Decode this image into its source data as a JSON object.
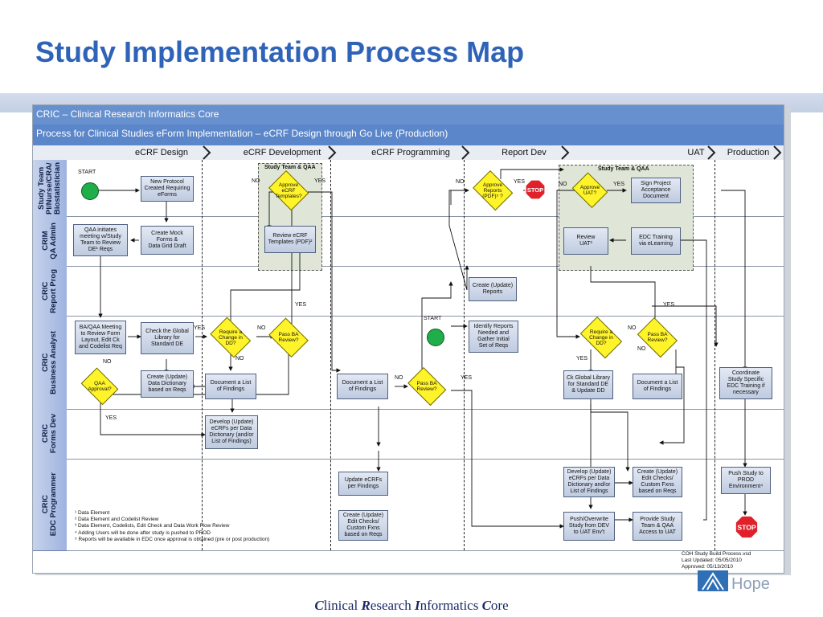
{
  "title": "Study Implementation Process Map",
  "header": {
    "org": "CRIC – Clinical Research Informatics Core",
    "process": "Process for Clinical Studies eForm Implementation – eCRF Design through Go Live (Production)"
  },
  "phases": [
    "eCRF Design",
    "eCRF Development",
    "eCRF Programming",
    "Report Dev",
    "UAT",
    "Production"
  ],
  "lanes": [
    "Study Team\nPI/Nurse/CRA/\nBiostatistician",
    "CRIM\nQA Admin",
    "CRIC\nReport Prog",
    "CRIC\nBusiness Analyst",
    "CRIC\nForms Dev",
    "CRIC\nEDC Programmer"
  ],
  "regions": {
    "qaa1": "Study Team & QAA",
    "qaa2": "Study Team & QAA"
  },
  "boxes": {
    "new_protocol": "New Protocol\nCreated Requiring\neForms",
    "qaa_initiates": "QAA initiates\nmeeting w/Study\nTeam to Review\nDE¹ Reqs",
    "create_mock": "Create Mock\nForms &\nData Grid Draft",
    "review_ecrf": "Review eCRF\nTemplates (PDF)²",
    "ba_meeting": "BA/QAA Meeting\nto Review Form\nLayout, Edit Ck\nand Codelist Req",
    "check_global": "Check the Global\nLibrary for\nStandard DE",
    "create_dd": "Create (Update)\nData Dictionary\nbased on Reqs",
    "doc_findings1": "Document a List\nof Findings",
    "develop_ecrfs": "Develop (Update)\neCRFs per Data\nDictionary (and/or\nList of Findings)",
    "doc_findings2": "Document a List\nof Findings",
    "update_ecrfs": "Update eCRFs\nper Findings",
    "create_edit1": "Create (Update)\nEdit Checks/\nCustom Fxns\nbased on Reqs",
    "create_reports": "Create (Update)\nReports",
    "identify_reports": "Identify Reports\nNeeded and\nGather Initial\nSet of Reqs",
    "sign_project": "Sign Project\nAcceptance\nDocument",
    "review_uat": "Review\nUAT³",
    "edc_training": "EDC Training\nvia eLearning",
    "ck_global": "Ck Global Library\nfor Standard DE\n& Update DD",
    "doc_findings3": "Document a List\nof Findings",
    "develop_ecrfs2": "Develop (Update)\neCRFs per Data\nDictionary and/or\nList of Findings",
    "create_edit2": "Create (Update)\nEdit Checks/\nCustom Fxns\nbased on Reqs",
    "push_overwrite": "Push/Overwrite\nStudy from DEV\nto UAT Env't",
    "provide_study": "Provide Study\nTeam & QAA\nAccess to UAT",
    "coordinate": "Coordinate\nStudy Specific\nEDC Training if\nnecessary",
    "push_prod": "Push Study to\nPROD\nEnvironment⁴"
  },
  "decisions": {
    "approve_templates": "Approve\neCRF\nTemplates?",
    "approve_reports": "Approve\nReports\n(PDF)⁵ ?",
    "approve_uat": "Approve\nUAT?",
    "require_change1": "Require a\nChange in\nDD?",
    "pass_ba1": "Pass BA\nReview?",
    "qaa_approval": "QAA\nApproval?",
    "pass_ba2": "Pass BA\nReview?",
    "require_change2": "Require a\nChange in\nDD?",
    "pass_ba3": "Pass BA\nReview?"
  },
  "labels": {
    "start": "START",
    "yes": "YES",
    "no": "NO",
    "stop": "STOP"
  },
  "notes": [
    "¹ Data Element",
    "² Data Element and Codelist Review",
    "³ Data Element, Codelists, Edit Check and Data Work Flow  Review",
    "⁴ Adding Users will be done after study is pushed to PROD",
    "⁵ Reports will be available in EDC once approval is obtained (pre or post production)"
  ],
  "file_info": [
    "COH Study Build Process.vsd",
    "Last Updated: 05/05/2010",
    "Approved: 05/13/2010"
  ],
  "logo_text": "Hope",
  "footer": {
    "c": "C",
    "c_rest": "linical ",
    "r": "R",
    "r_rest": "esearch ",
    "i": "I",
    "i_rest": "nformatics ",
    "c2": "C",
    "c2_rest": "ore"
  },
  "colors": {
    "title": "#2e63b8",
    "header": "#6790cf",
    "decision": "#fff32a",
    "start": "#1fae4a",
    "stop": "#e0212b",
    "box": "#c9d4e6"
  }
}
